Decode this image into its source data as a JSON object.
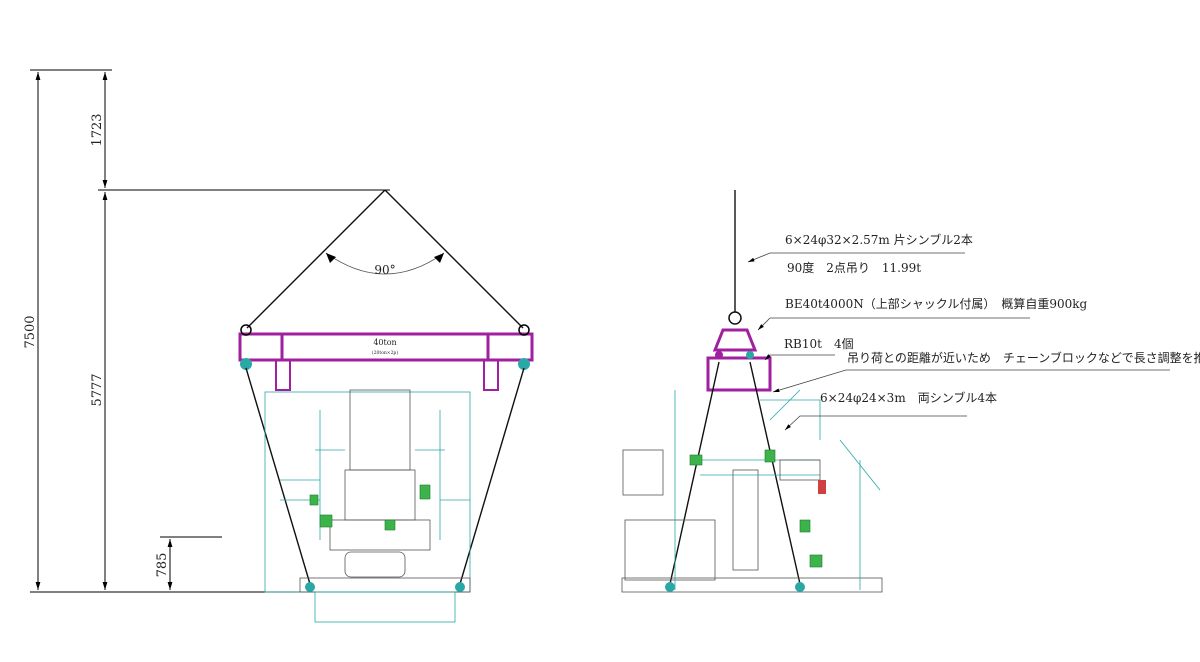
{
  "dimensions": {
    "total_height": "7500",
    "upper_height": "1723",
    "lower_height": "5777",
    "base_height": "785"
  },
  "front_view": {
    "angle_label": "90°",
    "beam_capacity": "40ton",
    "beam_sub_label": "(20ton×2p)"
  },
  "side_view": {
    "annotations": [
      "6×24φ32×2.57m  片シンブル2本",
      "90度　2点吊り　11.99t",
      "BE40t4000N（上部シャックル付属）　概算自重900kg",
      "RB10t　4個",
      "吊り荷との距離が近いため　チェーンブロックなどで長さ調整を推奨",
      "6×24φ24×3m　両シンブル4本"
    ]
  },
  "colors": {
    "beam": "#a020a0",
    "equipment": "#2aa8a8",
    "valves": "#3cb44b"
  }
}
